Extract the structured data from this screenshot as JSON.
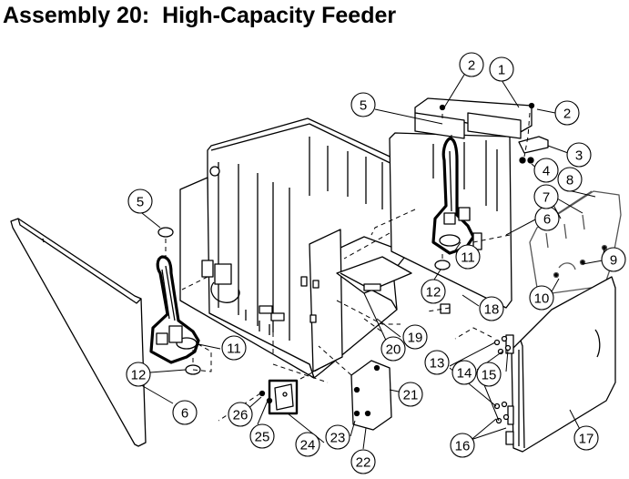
{
  "title": "Assembly 20:  High-Capacity Feeder",
  "callouts": [
    "1",
    "2",
    "2",
    "3",
    "4",
    "5",
    "5",
    "6",
    "6",
    "7",
    "8",
    "9",
    "10",
    "11",
    "11",
    "12",
    "12",
    "13",
    "14",
    "15",
    "16",
    "17",
    "18",
    "19",
    "20",
    "21",
    "22",
    "23",
    "24",
    "25",
    "26"
  ],
  "colors": {
    "line": "#000000",
    "background": "#ffffff"
  }
}
